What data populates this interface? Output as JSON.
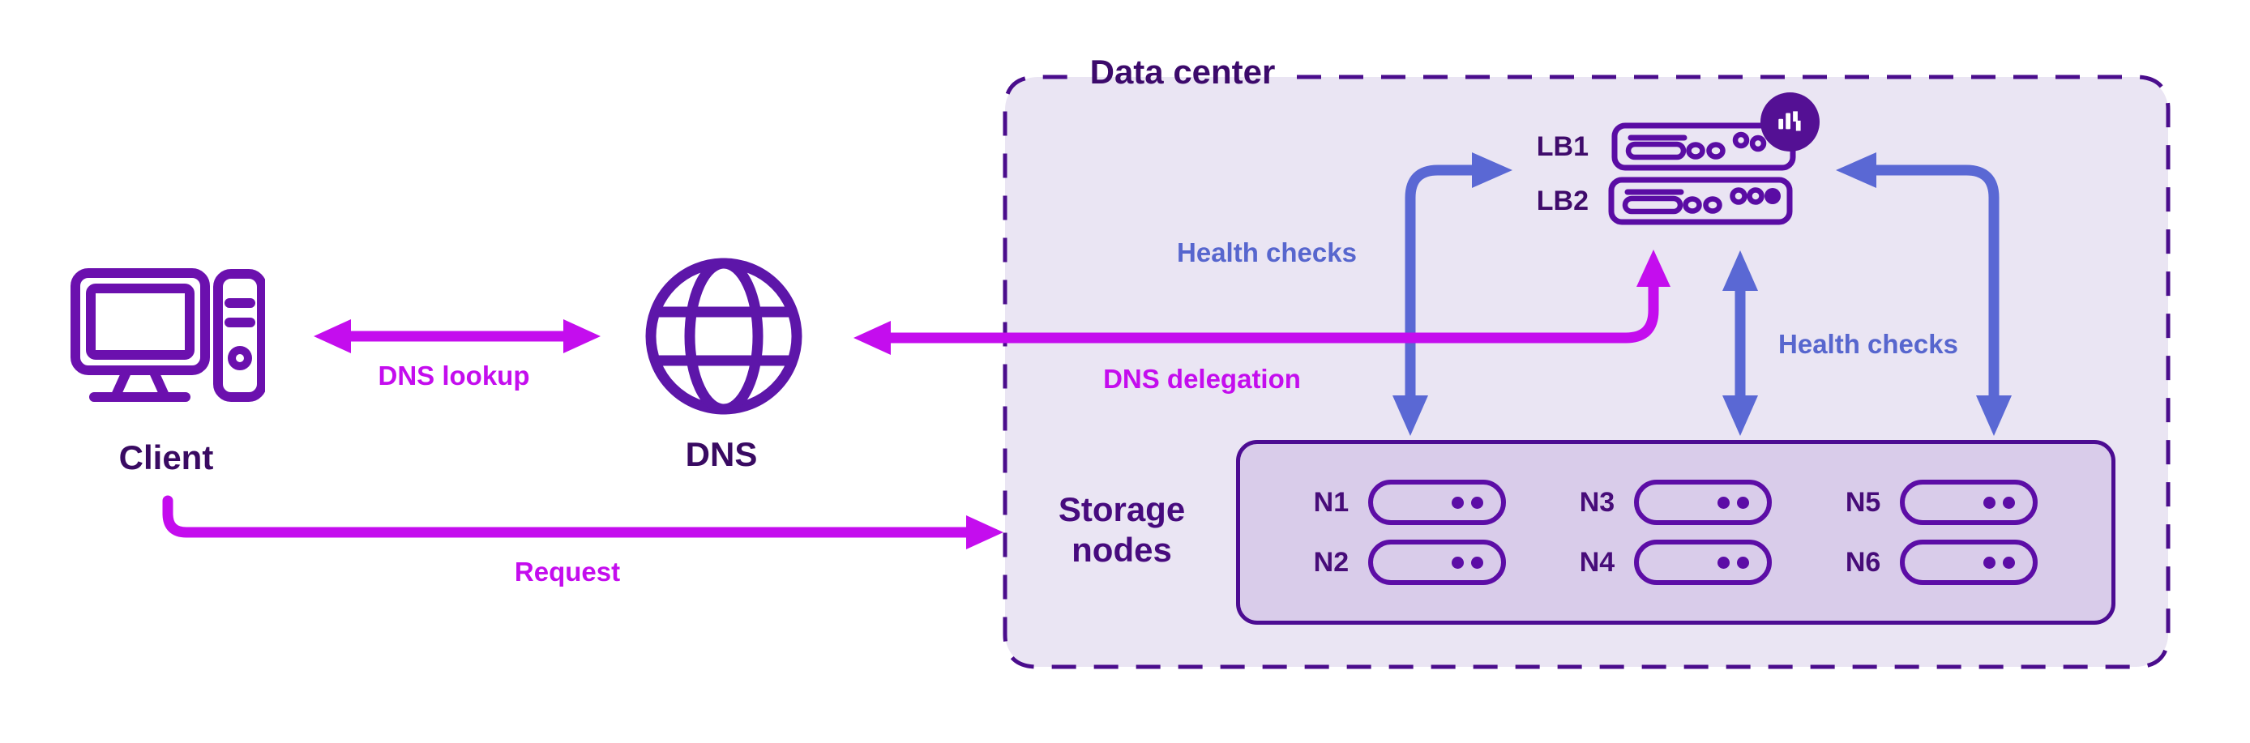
{
  "title": "Data center",
  "client": {
    "label": "Client"
  },
  "dns": {
    "label": "DNS"
  },
  "arrows": {
    "dns_lookup_label": "DNS lookup",
    "request_label": "Request",
    "dns_delegation_label": "DNS delegation",
    "health_checks_left_label": "Health checks",
    "health_checks_right_label": "Health checks"
  },
  "load_balancers": [
    {
      "label": "LB1"
    },
    {
      "label": "LB2"
    }
  ],
  "storage": {
    "title": "Storage nodes",
    "nodes": [
      "N1",
      "N2",
      "N3",
      "N4",
      "N5",
      "N6"
    ]
  },
  "icons": {
    "client": "desktop-computer-icon",
    "dns": "globe-icon",
    "load_balancer": "server-rack-icon",
    "badge": "metrics-bars-badge-icon"
  },
  "colors": {
    "magenta_arrow": "#C40DEE",
    "blue_arrow": "#5A68D4",
    "blue_text": "#5766CE",
    "dark_purple_text": "#390A62",
    "icon_purple": "#6B10AE",
    "server_purple": "#5A0CA4",
    "datacenter_fill": "#EAE5F3",
    "datacenter_border": "#4A0D8C",
    "storage_fill": "#D9CCEA",
    "storage_border": "#4C0C92",
    "badge_fill": "#541094"
  }
}
